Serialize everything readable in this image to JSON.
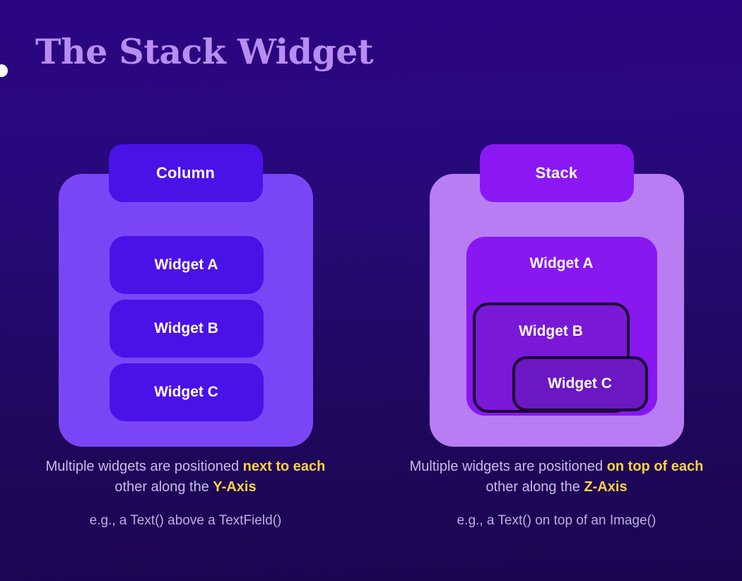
{
  "title": "The Stack Widget",
  "decor": {
    "dot_icon": "white-circle-dot"
  },
  "colors": {
    "background_top": "#2b0682",
    "background_bottom": "#1a0550",
    "title": "#b98cf0",
    "column_container": "#7a46f5",
    "column_chip": "#4b12e8",
    "stack_container": "#b87df2",
    "stack_chip": "#8b18f2",
    "widget_a_stack": "#8817f0",
    "widget_b_stack": "#7a18d8",
    "widget_c_stack": "#6b18c2",
    "outline": "#1a0533",
    "highlight": "#ffd23d",
    "caption": "#c9bbe8"
  },
  "panels": [
    {
      "id": "column",
      "chip_label": "Column",
      "items": [
        {
          "label": "Widget A"
        },
        {
          "label": "Widget B"
        },
        {
          "label": "Widget C"
        }
      ],
      "caption": {
        "parts": [
          {
            "text": "Multiple widgets are positioned ",
            "highlight": false
          },
          {
            "text": "next to each",
            "highlight": true
          },
          {
            "text": " other along the ",
            "highlight": false
          },
          {
            "text": "Y-Axis",
            "highlight": true
          }
        ],
        "segment_1": "Multiple widgets are positioned ",
        "segment_2": "next to each",
        "segment_3": " other along the ",
        "segment_4": "Y-Axis"
      },
      "example": "e.g., a Text() above a TextField()"
    },
    {
      "id": "stack",
      "chip_label": "Stack",
      "items": [
        {
          "label": "Widget A"
        },
        {
          "label": "Widget B"
        },
        {
          "label": "Widget C"
        }
      ],
      "caption": {
        "parts": [
          {
            "text": "Multiple widgets are positioned ",
            "highlight": false
          },
          {
            "text": "on top",
            "highlight": true
          },
          {
            "text": " ",
            "highlight": false
          },
          {
            "text": "of each",
            "highlight": true
          },
          {
            "text": " other along the ",
            "highlight": false
          },
          {
            "text": "Z-Axis",
            "highlight": true
          }
        ],
        "segment_1": "Multiple widgets are positioned ",
        "segment_2": "on top of each",
        "segment_3": " other along the ",
        "segment_4": "Z-Axis"
      },
      "example": "e.g., a Text() on top of an Image()"
    }
  ]
}
